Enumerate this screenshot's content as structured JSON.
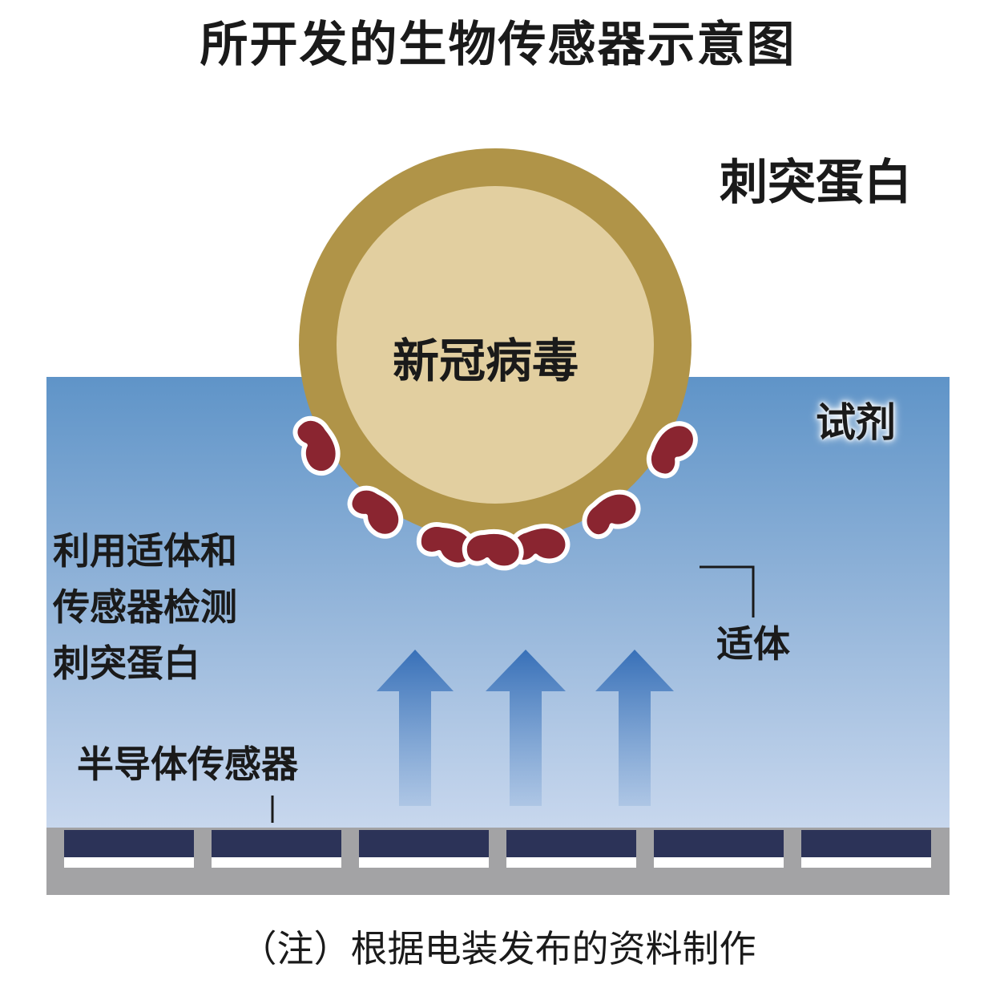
{
  "title": "所开发的生物传感器示意图",
  "labels": {
    "spike_protein": "刺突蛋白",
    "virus": "新冠病毒",
    "reagent": "试剂",
    "aptamer": "适体",
    "sensor": "半导体传感器",
    "method_lines": [
      "利用适体和",
      "传感器检测",
      "刺突蛋白"
    ]
  },
  "note": "（注）根据电装发布的资料制作",
  "colors": {
    "virus_shell": "#b09448",
    "virus_core": "#e2cfa0",
    "spike": "#7e6e1c",
    "aptamer": "#8a2530",
    "reagent_top": "#5f94c8",
    "reagent_bottom": "#c9d8ee",
    "arrow": "#3870b8",
    "sensor_cell": "#2c3358",
    "sensor_base": "#a3a3a5"
  }
}
